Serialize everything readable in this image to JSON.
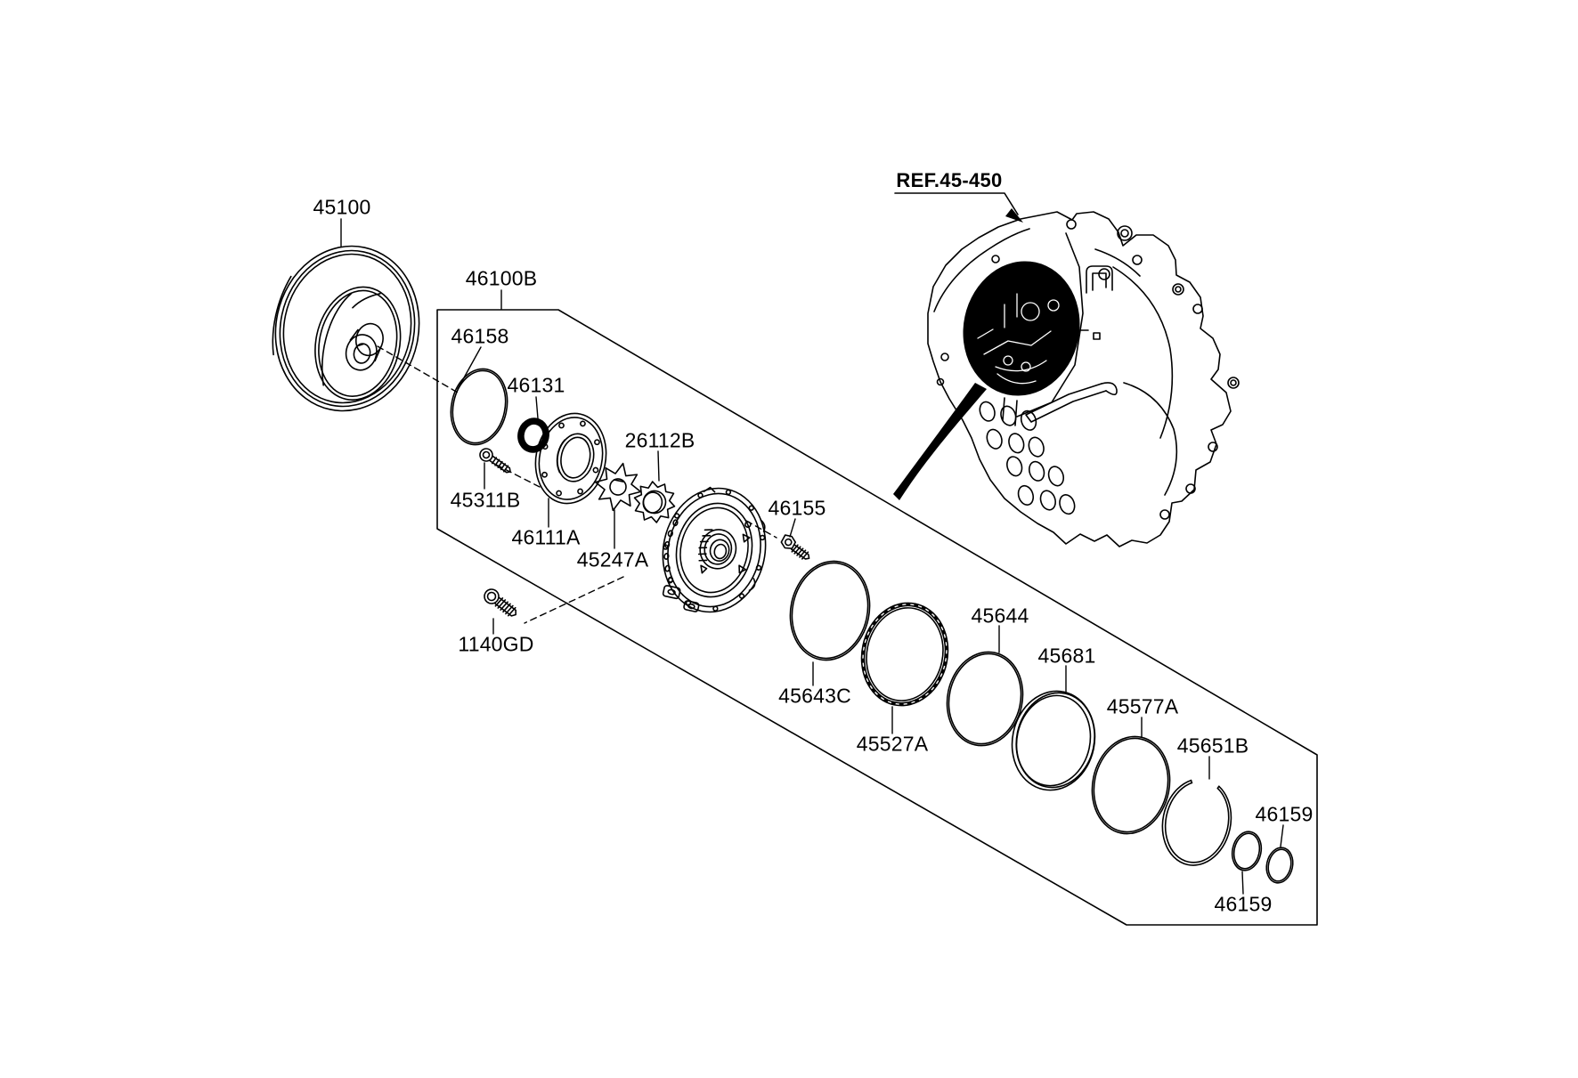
{
  "figure": {
    "background_color": "#ffffff",
    "line_color": "#000000",
    "ref_callout": "REF.45-450",
    "callouts": {
      "c45100": "45100",
      "c46100B": "46100B",
      "c46158": "46158",
      "c46131": "46131",
      "c45311B": "45311B",
      "c46111A": "46111A",
      "c45247A": "45247A",
      "c26112B": "26112B",
      "c46155": "46155",
      "c1140GD": "1140GD",
      "c45643C": "45643C",
      "c45527A": "45527A",
      "c45644": "45644",
      "c45681": "45681",
      "c45577A": "45577A",
      "c45651B": "45651B",
      "c46159_upper": "46159",
      "c46159_lower": "46159"
    }
  }
}
